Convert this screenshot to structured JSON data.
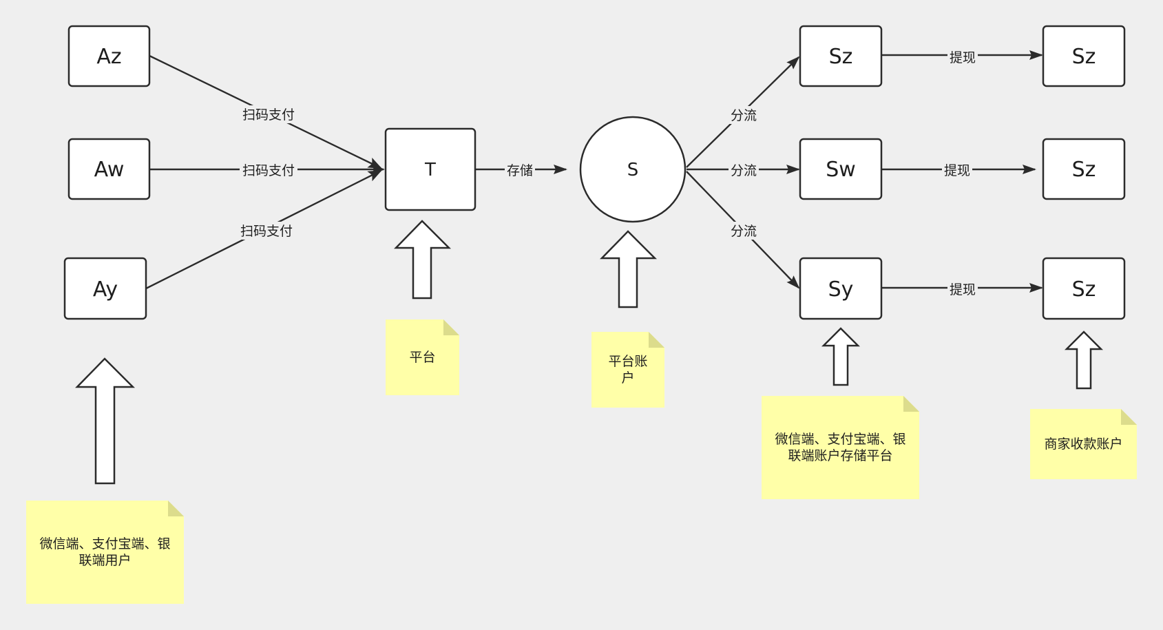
{
  "nodes": {
    "az": "Az",
    "aw": "Aw",
    "ay": "Ay",
    "t": "T",
    "s": "S",
    "sz_top": "Sz",
    "sw": "Sw",
    "sy": "Sy",
    "sz_right_top": "Sz",
    "sz_right_mid": "Sz",
    "sz_right_bot": "Sz"
  },
  "edges": {
    "az_t": "扫码支付",
    "aw_t": "扫码支付",
    "ay_t": "扫码支付",
    "t_s": "存储",
    "s_sz": "分流",
    "s_sw": "分流",
    "s_sy": "分流",
    "sz_sz": "提现",
    "sw_sz": "提现",
    "sy_sz": "提现"
  },
  "notes": {
    "users": "微信端、支付宝端、银联端用户",
    "platform": "平台",
    "platform_account": "平台账户",
    "storage_platform": "微信端、支付宝端、银联端账户存储平台",
    "merchant_account": "商家收款账户"
  }
}
